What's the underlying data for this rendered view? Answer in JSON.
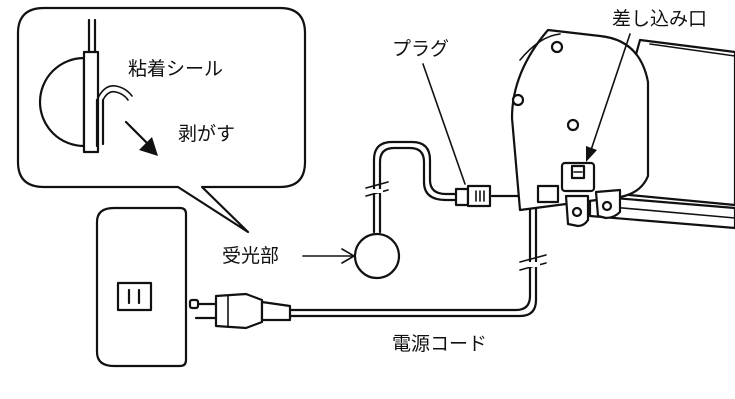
{
  "labels": {
    "sticker": "粘着シール",
    "peel": "剥がす",
    "plug": "プラグ",
    "inlet": "差し込み口",
    "receiver": "受光部",
    "power_cord": "電源コード"
  }
}
